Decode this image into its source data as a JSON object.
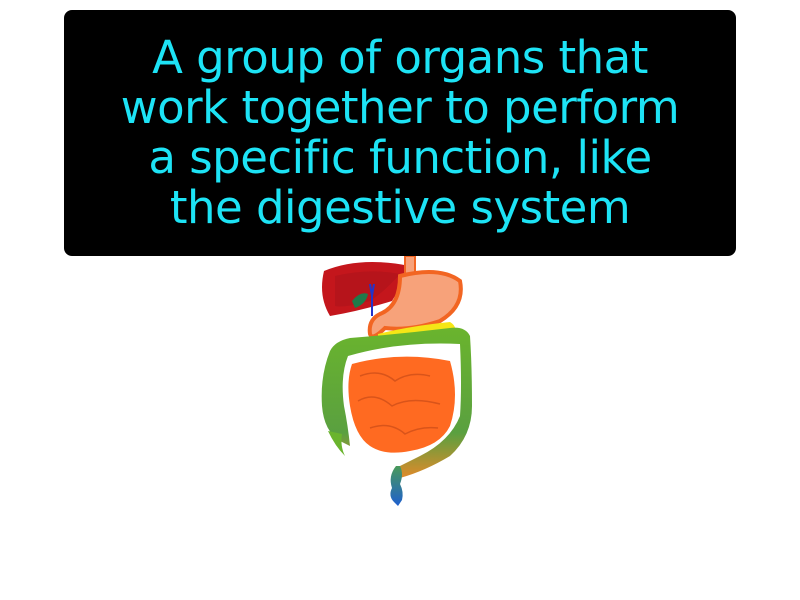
{
  "definition": {
    "lines": [
      "A group of organs that",
      "work together to perform",
      "a specific function, like",
      "the digestive system"
    ]
  },
  "illustration": {
    "subject": "digestive-system-icon",
    "colors": {
      "liver": "#c4161c",
      "stomach": "#f7a27a",
      "stomach_outline": "#f26522",
      "small_intestine": "#ff6a21",
      "large_intestine": "#6ab42d",
      "rectum": "#1e6fbf",
      "pancreas": "#f5e616",
      "gallbladder": "#1f7a4a"
    }
  }
}
